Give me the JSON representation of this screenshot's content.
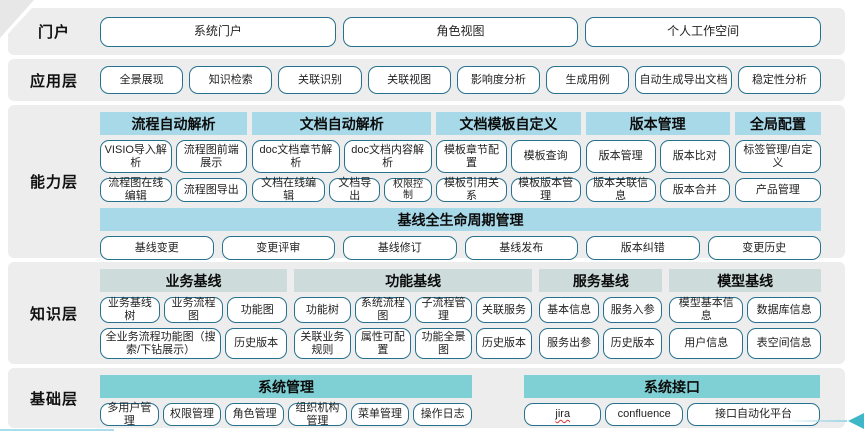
{
  "layers": {
    "portal": {
      "label": "门户",
      "buttons": [
        "系统门户",
        "角色视图",
        "个人工作空间"
      ]
    },
    "application": {
      "label": "应用层",
      "buttons": [
        "全景展现",
        "知识检索",
        "关联识别",
        "关联视图",
        "影响度分析",
        "生成用例",
        "自动生成导出文档",
        "稳定性分析"
      ]
    },
    "capability": {
      "label": "能力层",
      "groups": [
        {
          "title": "流程自动解析",
          "row1": [
            "VISIO导入解析",
            "流程图前端展示"
          ],
          "row2": [
            "流程图在线编辑",
            "流程图导出"
          ]
        },
        {
          "title": "文档自动解析",
          "row1": [
            "doc文档章节解析",
            "doc文档内容解析"
          ],
          "row2": [
            "文档在线编辑",
            "文档导出",
            "权限控制"
          ]
        },
        {
          "title": "文档模板自定义",
          "row1": [
            "模板章节配置",
            "模板查询"
          ],
          "row2": [
            "模板引用关系",
            "模板版本管理"
          ]
        },
        {
          "title": "版本管理",
          "row1": [
            "版本管理",
            "版本比对"
          ],
          "row2": [
            "版本关联信息",
            "版本合并"
          ]
        },
        {
          "title": "全局配置",
          "row1": [
            "标签管理/自定义"
          ],
          "row2": [
            "产品管理"
          ]
        }
      ],
      "baseline": {
        "title": "基线全生命周期管理",
        "buttons": [
          "基线变更",
          "变更评审",
          "基线修订",
          "基线发布",
          "版本纠错",
          "变更历史"
        ]
      }
    },
    "knowledge": {
      "label": "知识层",
      "groups": [
        {
          "title": "业务基线",
          "row1": [
            "业务基线树",
            "业务流程图",
            "功能图"
          ],
          "row2": [
            "全业务流程功能图（搜索/下钻展示）",
            "历史版本"
          ]
        },
        {
          "title": "功能基线",
          "row1": [
            "功能树",
            "系统流程图",
            "子流程管理",
            "关联服务"
          ],
          "row2": [
            "关联业务规则",
            "属性可配置",
            "功能全景图",
            "历史版本"
          ]
        },
        {
          "title": "服务基线",
          "row1": [
            "基本信息",
            "服务入参"
          ],
          "row2": [
            "服务出参",
            "历史版本"
          ]
        },
        {
          "title": "模型基线",
          "row1": [
            "模型基本信息",
            "数据库信息"
          ],
          "row2": [
            "用户信息",
            "表空间信息"
          ]
        }
      ]
    },
    "foundation": {
      "label": "基础层",
      "groups": [
        {
          "title": "系统管理",
          "buttons": [
            "多用户管理",
            "权限管理",
            "角色管理",
            "组织机构管理",
            "菜单管理",
            "操作日志"
          ]
        },
        {
          "title": "系统接口",
          "buttons": [
            "jira",
            "confluence",
            "接口自动化平台"
          ]
        }
      ]
    }
  },
  "colors": {
    "row_background": "#ededed",
    "capability_header": "#a7d9e9",
    "knowledge_header": "#cddcda",
    "foundation_header": "#7ed0d4",
    "button_border": "#27718f",
    "arrow": "#3fb7c9"
  }
}
